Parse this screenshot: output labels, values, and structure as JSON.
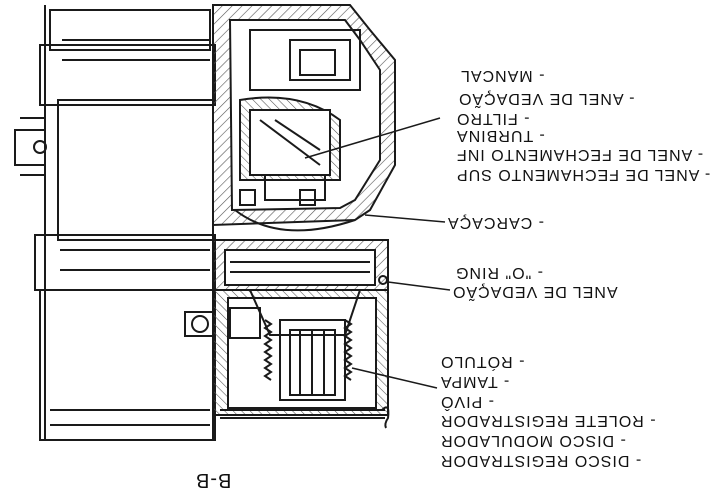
{
  "section_label": "B-B",
  "labels": {
    "mancal": "- MANCAL",
    "anel_vedacao_top": "- ANEL DE VEDAÇÃO",
    "filtro": "- FILTRO",
    "turbina": "- TURBINA",
    "anel_fech_inf": "- ANEL DE FECHAMENTO INF",
    "anel_fech_sup": "- ANEL DE FECHAMENTO SUP",
    "carcaca": "- CARCAÇA",
    "o_ring": "- \"O\" RING",
    "anel_vedacao_mid": "ANEL DE VEDAÇÃO",
    "rotulo": "- RÓTULO",
    "tampa": "- TAMPA",
    "pivo": "- PIVÔ",
    "rolete": "- ROLETE REGISTRADOR",
    "disco_modulador": "- DISCO MODULADOR",
    "disco_registrador": "- DISCO REGISTRADOR"
  },
  "colors": {
    "line": "#1a1a1a",
    "hatch": "#444444",
    "background": "#ffffff"
  }
}
